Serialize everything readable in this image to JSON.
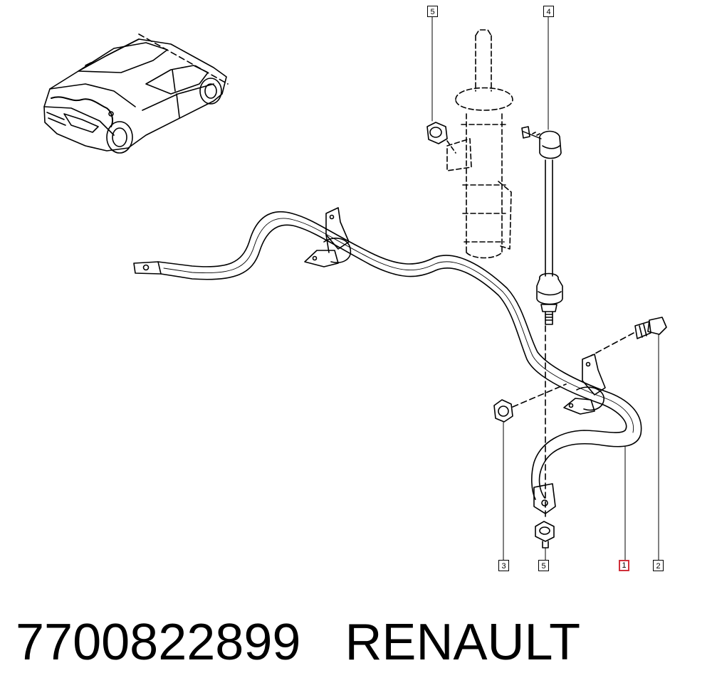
{
  "callouts": [
    {
      "id": "c5-top",
      "label": "5"
    },
    {
      "id": "c4",
      "label": "4"
    },
    {
      "id": "c3",
      "label": "3"
    },
    {
      "id": "c5-bottom",
      "label": "5"
    },
    {
      "id": "c1",
      "label": "1",
      "highlighted": true
    },
    {
      "id": "c2",
      "label": "2"
    }
  ],
  "caption": {
    "part_number": "7700822899",
    "brand": "RENAULT"
  },
  "colors": {
    "line": "#000000",
    "highlight": "#d0303a",
    "background": "#ffffff"
  }
}
